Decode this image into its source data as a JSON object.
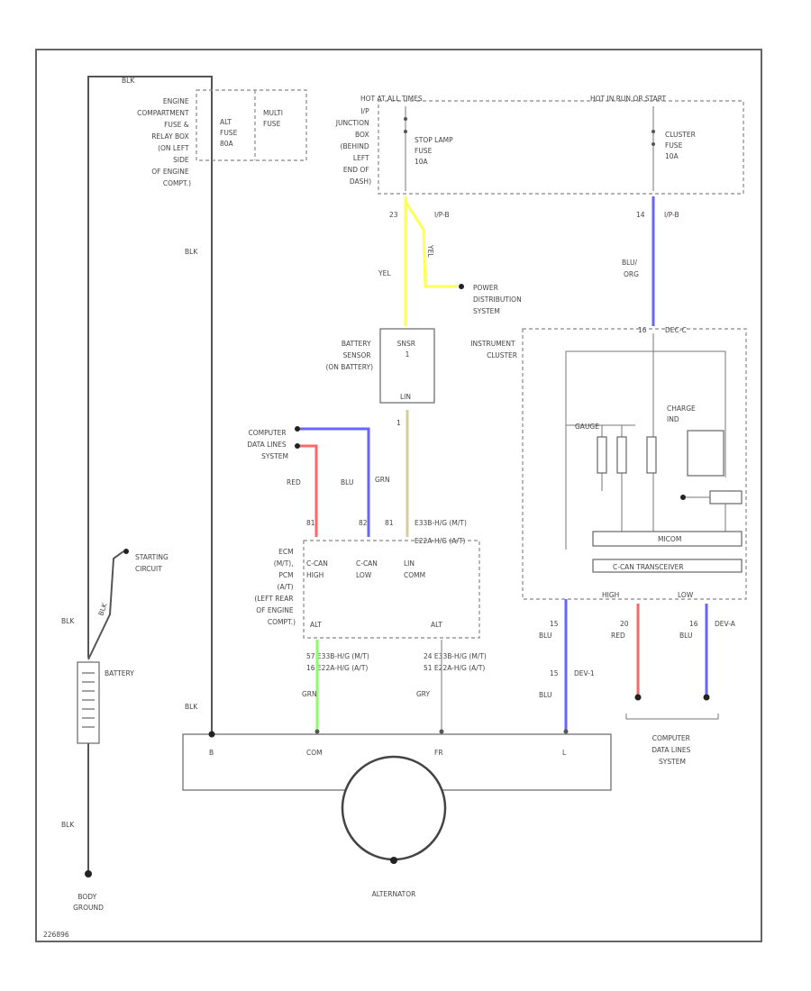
{
  "diagram": {
    "labels": {
      "top_wire": "BLK",
      "engine_comp": [
        "ENGINE",
        "COMPARTMENT",
        "FUSE &",
        "RELAY BOX",
        "(ON LEFT",
        "SIDE",
        "OF ENGINE",
        "COMPT.)"
      ],
      "alt_fuse": [
        "ALT",
        "FUSE",
        "80A"
      ],
      "multi_fuse": [
        "MULTI",
        "FUSE"
      ],
      "hot_all_times": "HOT AT ALL TIMES",
      "junction_box": [
        "I/P",
        "JUNCTION",
        "BOX",
        "(BEHIND",
        "LEFT",
        "END OF",
        "DASH)"
      ],
      "stop_lamp_fuse": [
        "STOP LAMP",
        "FUSE",
        "10A"
      ],
      "hot_in_run": "HOT IN RUN OR START",
      "cluster_fuse": [
        "CLUSTER",
        "FUSE",
        "10A"
      ],
      "pin_23": "23",
      "conn_ipb": "I/P-B",
      "pin_14": "14",
      "conn_ipb2": "I/P-B",
      "wire_yel": "YEL",
      "wire_yel2": "YEL",
      "power_dist": [
        "POWER",
        "DISTRIBUTION",
        "SYSTEM"
      ],
      "wire_blu_org": [
        "BLU/",
        "ORG"
      ],
      "pin_16": "16",
      "conn_cluster": "DEC-C",
      "battery_sensor": [
        "BATTERY",
        "SENSOR",
        "(ON BATTERY)"
      ],
      "sensor_box": [
        "SNSR",
        "1"
      ],
      "pin_lin": "LIN",
      "pin_1": "1",
      "instrument_cluster": [
        "INSTRUMENT",
        "CLUSTER"
      ],
      "charge_ind": [
        "CHARGE",
        "IND"
      ],
      "gauge_lbl": "GAUGE",
      "computer_data_top": [
        "COMPUTER",
        "DATA LINES",
        "SYSTEM"
      ],
      "wire_red": "RED",
      "wire_blu": "BLU",
      "wire_grn": "GRN",
      "pin_81": "81",
      "pin_82": "82",
      "pin_81b": "81",
      "conn_e": "E33B-H/G (M/T)",
      "conn_e2": "E22A-H/G (A/T)",
      "ecm": [
        "ECM",
        "(M/T),",
        "PCM",
        "(A/T)",
        "(LEFT REAR",
        "OF ENGINE",
        "COMPT.)"
      ],
      "can_high": [
        "C-CAN",
        "HIGH"
      ],
      "can_low": [
        "C-CAN",
        "LOW"
      ],
      "lin_comm": [
        "LIN",
        "COMM"
      ],
      "alt_c": "ALT",
      "alt_f": "ALT",
      "left_conn1": [
        "57  E33B-H/G  (M/T)",
        "16  E22A-H/G  (A/T)"
      ],
      "left_conn2": [
        "24  E33B-H/G  (M/T)",
        "51  E22A-H/G  (A/T)"
      ],
      "micom": "MICOM",
      "can_transceiver": "C-CAN TRANSCEIVER",
      "cluster_high": "HIGH",
      "cluster_low": "LOW",
      "pin_15": "15",
      "wire_blu2": "BLU",
      "pin_15b": "15",
      "conn_dev": "DEV-1",
      "wire_blu3": "BLU",
      "pin_20": "20",
      "wire_red2": "RED",
      "pin_16b": "16",
      "conn_dev_a": "DEV-A",
      "wire_blu4": "BLU",
      "computer_data_bottom": [
        "COMPUTER",
        "DATA LINES",
        "SYSTEM"
      ],
      "wire_grn2": "GRN",
      "wire_gry": "GRY",
      "starting_circuit": [
        "STARTING",
        "CIRCUIT"
      ],
      "wire_blk_start": "BLK",
      "wire_blk_side": "BLK",
      "wire_blk_left": "BLK",
      "battery": "BATTERY",
      "wire_blk_b": "BLK",
      "wire_blk_gnd": "BLK",
      "alt_pin_b": "B",
      "alt_pin_com": "COM",
      "alt_pin_fr": "FR",
      "alt_pin_l": "L",
      "alternator": "ALTERNATOR",
      "body_ground": [
        "BODY",
        "GROUND"
      ],
      "figure_code": "226896"
    },
    "colors": {
      "wire_default": "#555555",
      "yellow": "#ffff55",
      "blue": "#6666ff",
      "red": "#ff6666",
      "green": "#88ff66",
      "tan": "#d8cc9c"
    }
  }
}
